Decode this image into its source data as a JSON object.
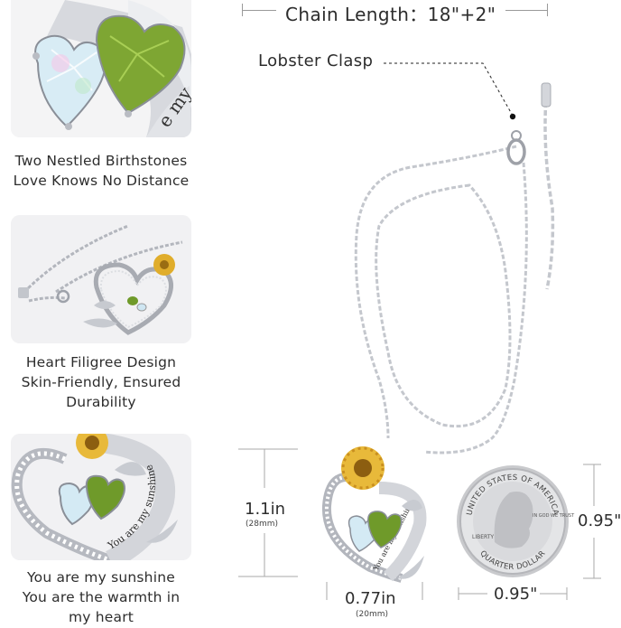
{
  "features": [
    {
      "lines": [
        "Two Nestled Birthstones",
        "Love Knows No Distance"
      ]
    },
    {
      "lines": [
        "Heart Filigree Design",
        "Skin-Friendly, Ensured",
        "Durability"
      ]
    },
    {
      "lines": [
        "You are my sunshine",
        "You are the warmth in",
        "my heart"
      ]
    }
  ],
  "chain": {
    "label": "Chain Length：18\"+2\""
  },
  "clasp": {
    "label": "Lobster Clasp"
  },
  "pendant": {
    "engraving": "You are my sunshine",
    "height": "1.1in",
    "height_mm": "(28mm)",
    "width": "0.77in",
    "width_mm": "(20mm)"
  },
  "coin": {
    "top_text": "UNITED STATES OF AMERICA",
    "bottom_text": "QUARTER DOLLAR",
    "liberty": "LIBERTY",
    "motto": "IN GOD WE TRUST",
    "height": "0.95\"",
    "width": "0.95\""
  },
  "colors": {
    "silver": "#c9ccd2",
    "peridot": "#6f9a2a",
    "opal": "#cfe6f2",
    "sunflower": "#e0ad2b",
    "thumb_bg": "#f1f1f3"
  }
}
